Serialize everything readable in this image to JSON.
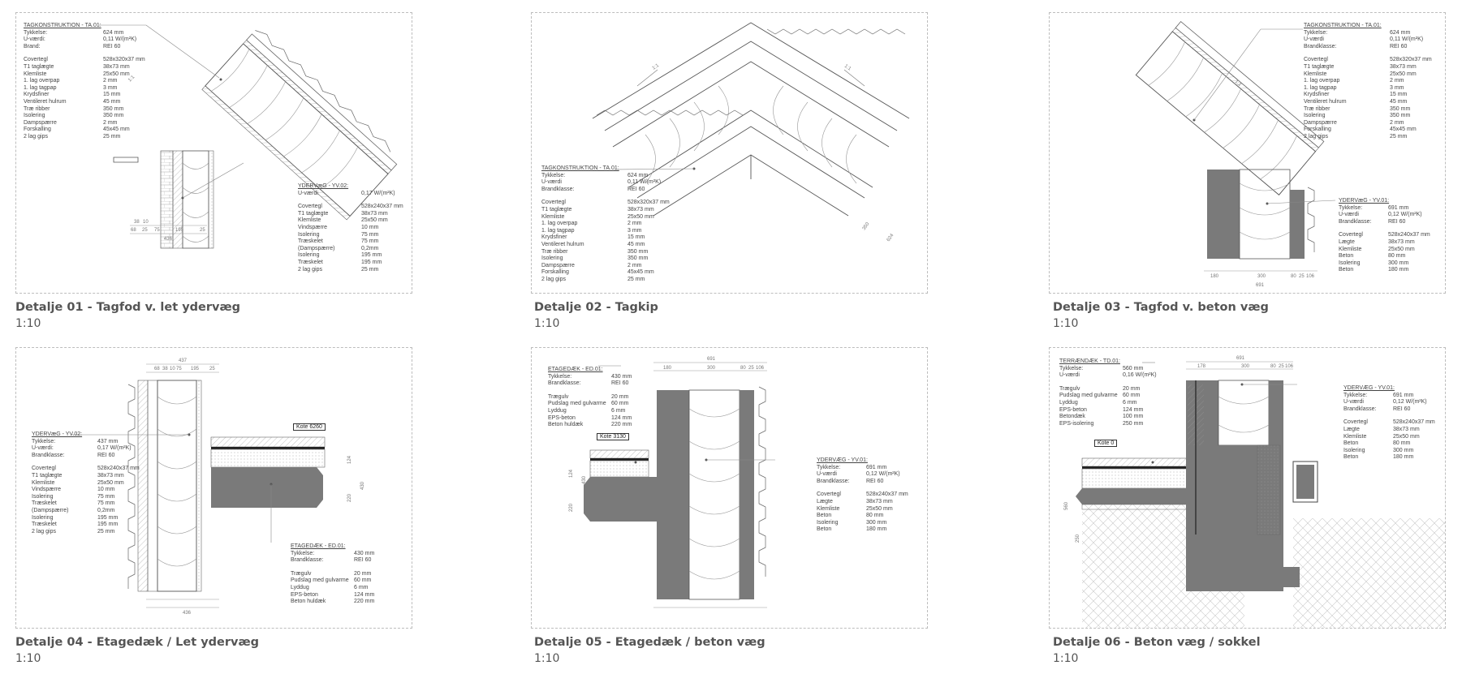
{
  "panels": [
    {
      "id": "01",
      "caption": "Detalje 01 - Tagfod v. let ydervæg",
      "scale": "1:10",
      "specs": [
        {
          "title": "TAGKONSTRUKTION - TA.01:",
          "head_rows": [
            [
              "Tykkelse:",
              "624 mm"
            ],
            [
              "U-værdi:",
              "0,11 W/(m²K)"
            ],
            [
              "Brand:",
              "REI 60"
            ]
          ],
          "rows": [
            [
              "Covertegl",
              "528x320x37 mm"
            ],
            [
              "T1 taglægte",
              "38x73 mm"
            ],
            [
              "Klemliste",
              "25x50 mm"
            ],
            [
              "1. lag overpap",
              "2 mm"
            ],
            [
              "1. lag tagpap",
              "3 mm"
            ],
            [
              "Krydsfiner",
              "15 mm"
            ],
            [
              "Ventileret hulrum",
              "45 mm"
            ],
            [
              "Træ ribber",
              "350 mm"
            ],
            [
              "Isolering",
              "350 mm"
            ],
            [
              "Dampspærre",
              "2 mm"
            ],
            [
              "Forskalling",
              "45x45 mm"
            ],
            [
              "2 lag gips",
              "25 mm"
            ]
          ]
        },
        {
          "title": "YDERVæG - YV.02:",
          "head_rows": [
            [
              "U-værdi",
              "0,17 W/(m²K)"
            ]
          ],
          "rows": [
            [
              "Covertegl",
              "528x240x37 mm"
            ],
            [
              "T1 taglægte",
              "38x73 mm"
            ],
            [
              "Klemliste",
              "25x50 mm"
            ],
            [
              "Vindspærre",
              "10 mm"
            ],
            [
              "Isolering",
              "75 mm"
            ],
            [
              "Træskelet",
              "75 mm"
            ],
            [
              "(Dampspærre)",
              "0,2mm"
            ],
            [
              "Isolering",
              "195 mm"
            ],
            [
              "Træskelet",
              "195 mm"
            ],
            [
              "2 lag gips",
              "25 mm"
            ]
          ]
        }
      ],
      "dims": [
        "68",
        "25",
        "75",
        "195",
        "25",
        "436",
        "38",
        "10"
      ],
      "markers": [
        "1:1"
      ]
    },
    {
      "id": "02",
      "caption": "Detalje 02 - Tagkip",
      "scale": "1:10",
      "specs": [
        {
          "title": "TAGKONSTRUKTION - TA.01:",
          "head_rows": [
            [
              "Tykkelse:",
              "624 mm"
            ],
            [
              "U-værdi",
              "0,11 W/(m²K)"
            ],
            [
              "Brandklasse:",
              "REI 60"
            ]
          ],
          "rows": [
            [
              "Covertegl",
              "528x320x37 mm"
            ],
            [
              "T1 taglægte",
              "38x73 mm"
            ],
            [
              "Klemliste",
              "25x50 mm"
            ],
            [
              "1. lag overpap",
              "2 mm"
            ],
            [
              "1. lag tagpap",
              "3 mm"
            ],
            [
              "Krydsfiner",
              "15 mm"
            ],
            [
              "Ventileret hulrum",
              "45 mm"
            ],
            [
              "Træ ribber",
              "350 mm"
            ],
            [
              "Isolering",
              "350 mm"
            ],
            [
              "Dampspærre",
              "2 mm"
            ],
            [
              "Forskalling",
              "45x45 mm"
            ],
            [
              "2 lag gips",
              "25 mm"
            ]
          ]
        }
      ],
      "dims": [
        "350",
        "624"
      ],
      "markers": [
        "1:1",
        "1:1"
      ]
    },
    {
      "id": "03",
      "caption": "Detalje 03 - Tagfod v. beton væg",
      "scale": "1:10",
      "specs": [
        {
          "title": "TAGKONSTRUKTION - TA.01:",
          "head_rows": [
            [
              "Tykkelse:",
              "624 mm"
            ],
            [
              "U-værdi",
              "0,11 W/(m²K)"
            ],
            [
              "Brandklasse:",
              "REI 60"
            ]
          ],
          "rows": [
            [
              "Covertegl",
              "528x320x37 mm"
            ],
            [
              "T1 taglægte",
              "38x73 mm"
            ],
            [
              "Klemliste",
              "25x50 mm"
            ],
            [
              "1. lag overpap",
              "2 mm"
            ],
            [
              "1. lag tagpap",
              "3 mm"
            ],
            [
              "Krydsfiner",
              "15 mm"
            ],
            [
              "Ventileret hulrum",
              "45 mm"
            ],
            [
              "Træ ribber",
              "350 mm"
            ],
            [
              "Isolering",
              "350 mm"
            ],
            [
              "Dampspærre",
              "2 mm"
            ],
            [
              "Forskalling",
              "45x45 mm"
            ],
            [
              "2 lag gips",
              "25 mm"
            ]
          ]
        },
        {
          "title": "YDERVæG - YV.01:",
          "head_rows": [
            [
              "Tykkelse:",
              "691 mm"
            ],
            [
              "U-værdi",
              "0,12 W/(m²K)"
            ],
            [
              "Brandklasse:",
              "REI 60"
            ]
          ],
          "rows": [
            [
              "Covertegl",
              "528x240x37 mm"
            ],
            [
              "Lægte",
              "38x73 mm"
            ],
            [
              "Klemliste",
              "25x50 mm"
            ],
            [
              "Beton",
              "80 mm"
            ],
            [
              "Isolering",
              "300 mm"
            ],
            [
              "Beton",
              "180 mm"
            ]
          ]
        }
      ],
      "dims": [
        "180",
        "300",
        "80",
        "25",
        "106",
        "691"
      ],
      "markers": [
        "1:1"
      ]
    },
    {
      "id": "04",
      "caption": "Detalje 04 - Etagedæk / Let ydervæg",
      "scale": "1:10",
      "specs": [
        {
          "title": "YDERVæG - YV.02:",
          "head_rows": [
            [
              "Tykkelse:",
              "437 mm"
            ],
            [
              "U-værdi:",
              "0,17 W/(m²K)"
            ],
            [
              "Brandklasse:",
              "REI 60"
            ]
          ],
          "rows": [
            [
              "Covertegl",
              "528x240x37 mm"
            ],
            [
              "T1 taglægte",
              "38x73 mm"
            ],
            [
              "Klemliste",
              "25x50 mm"
            ],
            [
              "Vindspærre",
              "10 mm"
            ],
            [
              "Isolering",
              "75 mm"
            ],
            [
              "Træskelet",
              "75 mm"
            ],
            [
              "(Dampspærre)",
              "0,2mm"
            ],
            [
              "Isolering",
              "195 mm"
            ],
            [
              "Træskelet",
              "195 mm"
            ],
            [
              "2 lag gips",
              "25 mm"
            ]
          ]
        },
        {
          "title": "ETAGEDÆK - ED.01:",
          "head_rows": [
            [
              "Tykkelse:",
              "430 mm"
            ],
            [
              "Brandklasse:",
              "REI 60"
            ]
          ],
          "rows": [
            [
              "Trægulv",
              "20 mm"
            ],
            [
              "Pudslag med gulvarme",
              "60 mm"
            ],
            [
              "Lyddug",
              "6 mm"
            ],
            [
              "EPS-beton",
              "124 mm"
            ],
            [
              "Beton huldæk",
              "220 mm"
            ]
          ]
        }
      ],
      "dims": [
        "437",
        "68",
        "38",
        "10",
        "75",
        "195",
        "25",
        "436",
        "430",
        "220",
        "124"
      ],
      "kote": "Kote 6260"
    },
    {
      "id": "05",
      "caption": "Detalje 05 - Etagedæk / beton væg",
      "scale": "1:10",
      "specs": [
        {
          "title": "ETAGEDÆK - ED.01:",
          "head_rows": [
            [
              "Tykkelse:",
              "430 mm"
            ],
            [
              "Brandklasse:",
              "REI 60"
            ]
          ],
          "rows": [
            [
              "Trægulv",
              "20 mm"
            ],
            [
              "Pudslag med gulvarme",
              "60 mm"
            ],
            [
              "Lyddug",
              "6 mm"
            ],
            [
              "EPS-beton",
              "124 mm"
            ],
            [
              "Beton huldæk",
              "220 mm"
            ]
          ]
        },
        {
          "title": "YDERVÆG - YV.01:",
          "head_rows": [
            [
              "Tykkelse:",
              "691 mm"
            ],
            [
              "U-værdi",
              "0,12 W/(m²K)"
            ],
            [
              "Brandklasse:",
              "REI 60"
            ]
          ],
          "rows": [
            [
              "Covertegl",
              "528x240x37 mm"
            ],
            [
              "Lægte",
              "38x73 mm"
            ],
            [
              "Klemliste",
              "25x50 mm"
            ],
            [
              "Beton",
              "80 mm"
            ],
            [
              "Isolering",
              "300 mm"
            ],
            [
              "Beton",
              "180 mm"
            ]
          ]
        }
      ],
      "dims": [
        "691",
        "180",
        "300",
        "80",
        "25",
        "106",
        "430",
        "124",
        "220"
      ],
      "kote": "Kote 3130"
    },
    {
      "id": "06",
      "caption": "Detalje 06 - Beton væg / sokkel",
      "scale": "1:10",
      "specs": [
        {
          "title": "TERRÆNDÆK - TD.01:",
          "head_rows": [
            [
              "Tykkelse:",
              "560 mm"
            ],
            [
              "U-værdi",
              "0,16 W/(m²K)"
            ]
          ],
          "rows": [
            [
              "Trægulv",
              "20 mm"
            ],
            [
              "Pudslag med gulvarme",
              "60 mm"
            ],
            [
              "Lyddug",
              "6 mm"
            ],
            [
              "EPS-beton",
              "124 mm"
            ],
            [
              "Betondæk",
              "100 mm"
            ],
            [
              "EPS-isolering",
              "250 mm"
            ]
          ]
        },
        {
          "title": "YDERVÆG - YV.01:",
          "head_rows": [
            [
              "Tykkelse:",
              "691 mm"
            ],
            [
              "U-værdi",
              "0,12 W/(m²K)"
            ],
            [
              "Brandklasse:",
              "REI 60"
            ]
          ],
          "rows": [
            [
              "Covertegl",
              "528x240x37 mm"
            ],
            [
              "Lægte",
              "38x73 mm"
            ],
            [
              "Klemliste",
              "25x50 mm"
            ],
            [
              "Beton",
              "80 mm"
            ],
            [
              "Isolering",
              "300 mm"
            ],
            [
              "Beton",
              "180 mm"
            ]
          ]
        }
      ],
      "dims": [
        "691",
        "178",
        "300",
        "80",
        "25",
        "106",
        "560",
        "250"
      ],
      "kote": "Kote 0"
    }
  ]
}
